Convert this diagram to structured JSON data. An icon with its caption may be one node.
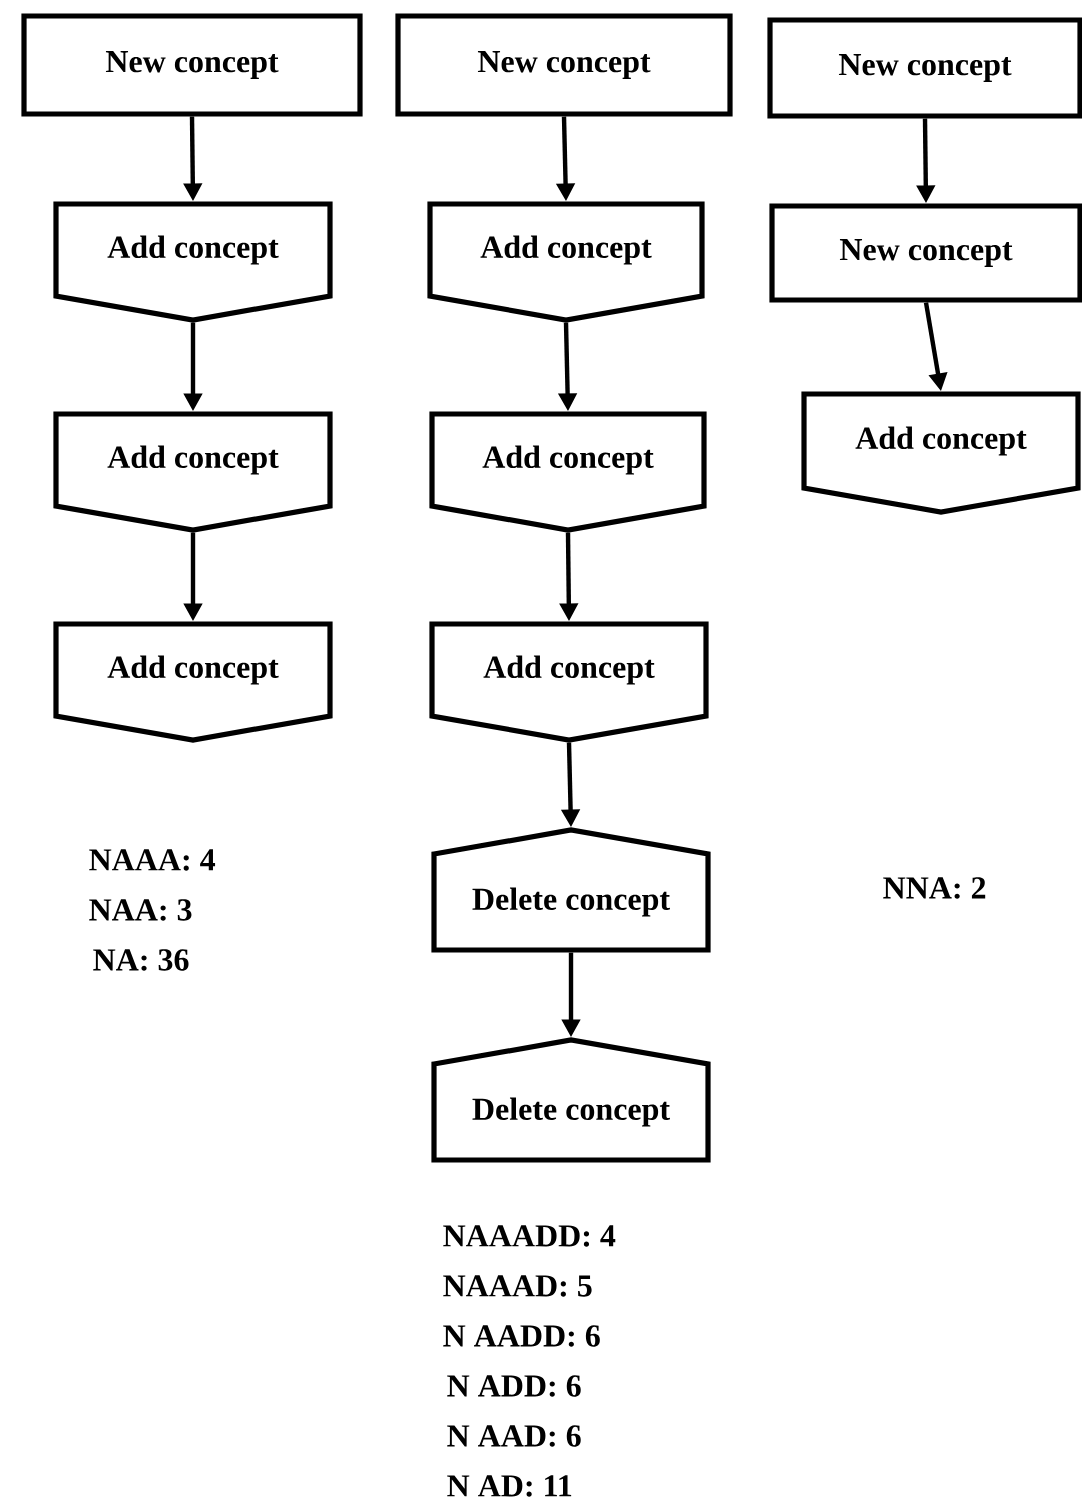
{
  "diagram": {
    "nodes": [
      {
        "text": [
          "New concept"
        ]
      },
      {
        "text": [
          "Add concept"
        ]
      },
      {
        "text": [
          "Add concept"
        ]
      },
      {
        "text": [
          "Add concept"
        ]
      },
      {
        "text": [
          "New concept"
        ]
      },
      {
        "text": [
          "Add concept"
        ]
      },
      {
        "text": [
          "Add concept"
        ]
      },
      {
        "text": [
          "Add concept"
        ]
      },
      {
        "text": [
          "Delete concept"
        ]
      },
      {
        "text": [
          "Delete concept"
        ]
      },
      {
        "text": [
          "New concept"
        ]
      },
      {
        "text": [
          "New concept"
        ]
      },
      {
        "text": [
          "Add concept"
        ]
      }
    ],
    "edges": [
      {
        "from": 0,
        "to": 1,
        "arrow": "to"
      },
      {
        "from": 1,
        "to": 2,
        "arrow": "to"
      },
      {
        "from": 2,
        "to": 3,
        "arrow": "to"
      },
      {
        "from": 4,
        "to": 5,
        "arrow": "to"
      },
      {
        "from": 5,
        "to": 6,
        "arrow": "to"
      },
      {
        "from": 6,
        "to": 7,
        "arrow": "to"
      },
      {
        "from": 7,
        "to": 8,
        "arrow": "to"
      },
      {
        "from": 8,
        "to": 9,
        "arrow": "to"
      },
      {
        "from": 10,
        "to": 11,
        "arrow": "to"
      },
      {
        "from": 11,
        "to": 12,
        "arrow": "to"
      }
    ],
    "labels": [
      "NAAA: 4",
      "NAA: 3",
      "NA: 36",
      "NNA: 2",
      "NAAADD: 4",
      "NAAAD: 5",
      "N AADD: 6",
      "N ADD: 6",
      "N AAD: 6",
      "N AD: 11"
    ]
  }
}
